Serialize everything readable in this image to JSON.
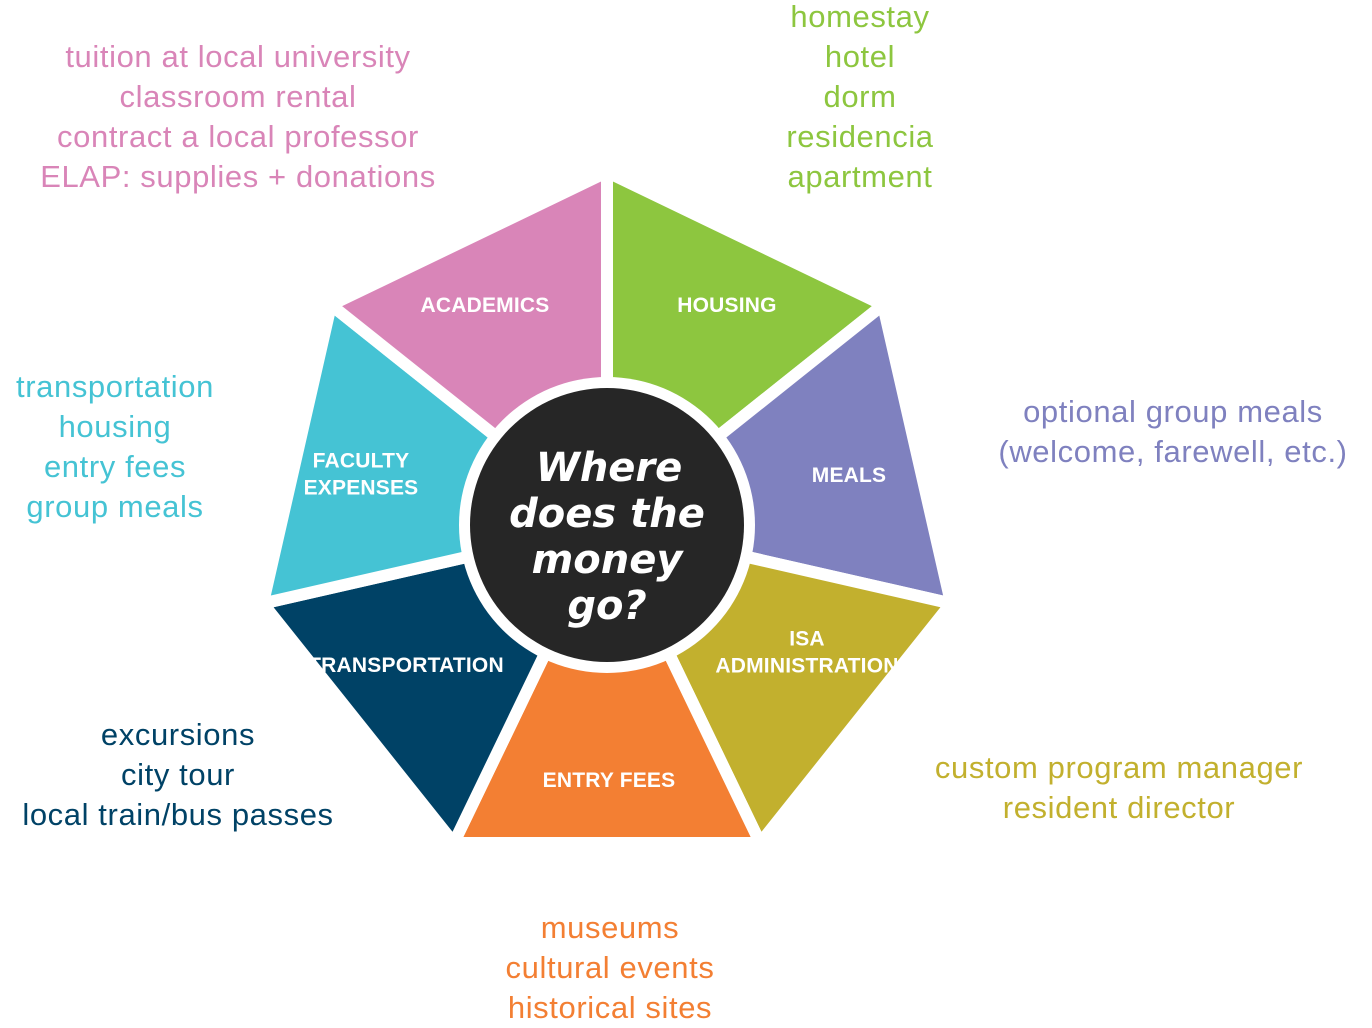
{
  "center": {
    "lines": [
      "Where",
      "does the",
      "money",
      "go?"
    ]
  },
  "colors": {
    "ring_gap": "#ffffff",
    "center": "#262626"
  },
  "segments": [
    {
      "id": "housing",
      "label_lines": [
        "HOUSING"
      ],
      "color": "#8dc63f",
      "items": [
        "homestay",
        "hotel",
        "dorm",
        "residencia",
        "apartment"
      ]
    },
    {
      "id": "meals",
      "label_lines": [
        "MEALS"
      ],
      "color": "#7f81bf",
      "items": [
        "optional group meals",
        "(welcome, farewell, etc.)"
      ]
    },
    {
      "id": "isa-administration",
      "label_lines": [
        "ISA",
        "ADMINISTRATION"
      ],
      "color": "#c2b02e",
      "items": [
        "custom program manager",
        "resident director"
      ]
    },
    {
      "id": "entry-fees",
      "label_lines": [
        "ENTRY FEES"
      ],
      "color": "#f37f33",
      "items": [
        "museums",
        "cultural events",
        "historical sites"
      ]
    },
    {
      "id": "transportation",
      "label_lines": [
        "TRANSPORTATION"
      ],
      "color": "#004266",
      "items": [
        "excursions",
        "city tour",
        "local train/bus passes"
      ]
    },
    {
      "id": "faculty-expenses",
      "label_lines": [
        "FACULTY",
        "EXPENSES"
      ],
      "color": "#45c3d4",
      "items": [
        "transportation",
        "housing",
        "entry fees",
        "group meals"
      ]
    },
    {
      "id": "academics",
      "label_lines": [
        "ACADEMICS"
      ],
      "color": "#d985b8",
      "items": [
        "tuition at local university",
        "classroom rental",
        "contract a local professor",
        "ELAP: supplies + donations"
      ]
    }
  ]
}
